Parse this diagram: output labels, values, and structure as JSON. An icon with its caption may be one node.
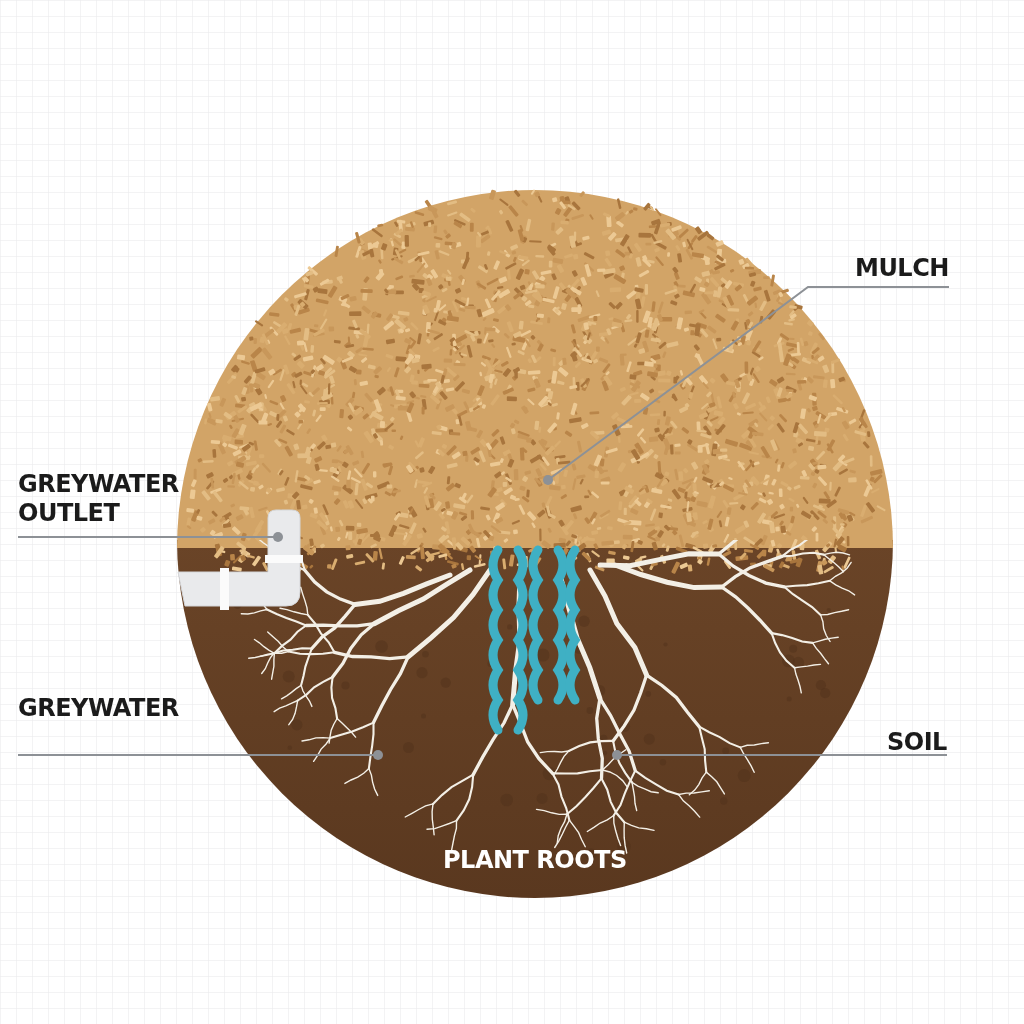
{
  "diagram": {
    "nodes": [
      {
        "text": [
          "MULCH"
        ]
      },
      {
        "text": [
          "GREYWATER OUTLET"
        ]
      },
      {
        "text": [
          "GREYWATER"
        ]
      },
      {
        "text": [
          "SOIL"
        ]
      },
      {
        "text": [],
        "shape": "picture"
      },
      {
        "text": [],
        "shape": "picture"
      },
      {
        "text": [],
        "shape": "picture"
      }
    ],
    "edges": [
      {
        "from": 0,
        "to": 4,
        "arrow": "other"
      },
      {
        "from": 1,
        "to": 5,
        "arrow": "other"
      },
      {
        "from": 2,
        "to": 6,
        "arrow": "other"
      },
      {
        "from": 3,
        "to": 6,
        "arrow": "other"
      }
    ],
    "labels": [
      "PLANT ROOTS"
    ]
  }
}
